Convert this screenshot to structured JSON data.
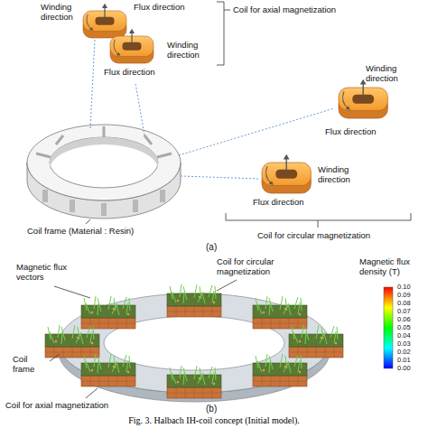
{
  "diagram": {
    "caption": "Fig. 3. Halbach IH-coil concept (Initial model).",
    "labels": [
      "Winding direction",
      "Flux direction",
      "Coil for axial magnetization",
      "Flux direction",
      "Winding direction",
      "Winding direction",
      "Flux direction",
      "Winding direction",
      "Flux direction",
      "Coil frame (Material : Resin)",
      "Coil for circular magnetization",
      "(a)",
      "Magnetic flux vectors",
      "Coil for circular magnetization",
      "Magnetic flux density (T)",
      "0.10",
      "0.09",
      "0.08",
      "0.07",
      "0.06",
      "0.05",
      "0.04",
      "0.03",
      "0.02",
      "0.01",
      "0.00",
      "Coil frame",
      "Coil for axial magnetization",
      "(b)"
    ]
  }
}
